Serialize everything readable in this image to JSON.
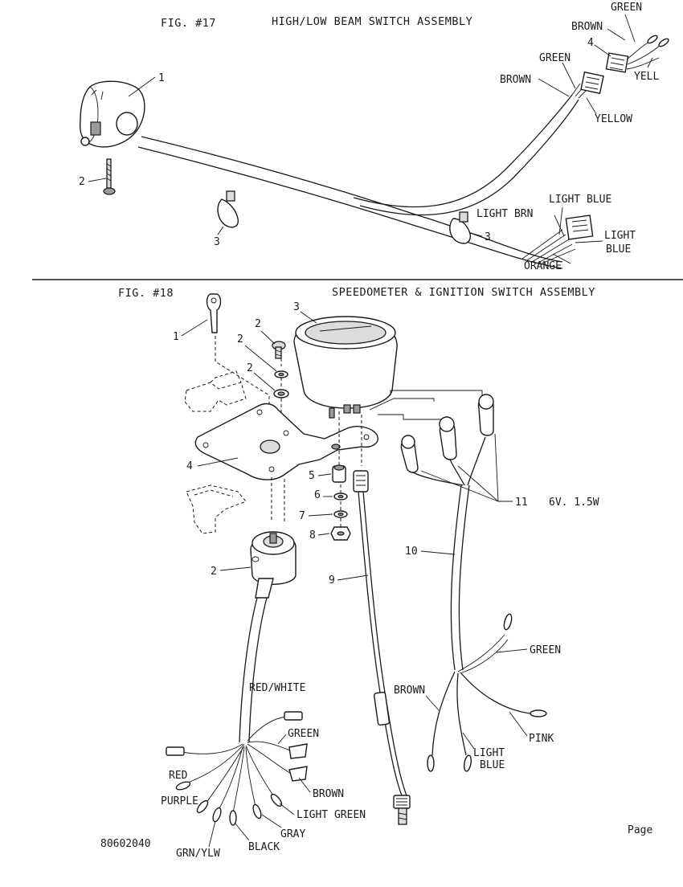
{
  "fig17": {
    "title": "FIG. #17",
    "subtitle": "HIGH/LOW BEAM SWITCH ASSEMBLY",
    "callouts": {
      "switch": "1",
      "screw": "2",
      "clamp_left": "3",
      "clamp_right": "3",
      "connector": "4"
    },
    "wires": {
      "green_top": "GREEN",
      "brown_top": "BROWN",
      "yellow_top": "YELL",
      "green_mid": "GREEN",
      "brown_mid": "BROWN",
      "yellow_mid": "YELLOW",
      "light_blue_1": "LIGHT BLUE",
      "light_brn": "LIGHT BRN",
      "light_blue_2a": "LIGHT",
      "light_blue_2b": "BLUE",
      "orange": "ORANGE"
    }
  },
  "fig18": {
    "title": "FIG. #18",
    "subtitle": "SPEEDOMETER & IGNITION SWITCH ASSEMBLY",
    "callouts": {
      "key": "1",
      "screw": "2",
      "washer_a": "2",
      "washer_b": "2",
      "ignition_switch": "2",
      "speedometer": "3",
      "bracket": "4",
      "nut_5": "5",
      "washer_6": "6",
      "washer_7": "7",
      "nut_8": "8",
      "cable": "9",
      "harness": "10",
      "bulbs": "11",
      "bulb_spec": "6V. 1.5W"
    },
    "wires": {
      "red_white": "RED/WHITE",
      "green_ign": "GREEN",
      "red": "RED",
      "purple": "PURPLE",
      "brown_ign": "BROWN",
      "light_green": "LIGHT GREEN",
      "gray": "GRAY",
      "black": "BLACK",
      "grn_ylw": "GRN/YLW",
      "green_speedo": "GREEN",
      "brown_speedo": "BROWN",
      "pink": "PINK",
      "light_blue_a": "LIGHT",
      "light_blue_b": "BLUE"
    }
  },
  "footer": {
    "doc_number": "80602040",
    "page_label": "Page"
  }
}
